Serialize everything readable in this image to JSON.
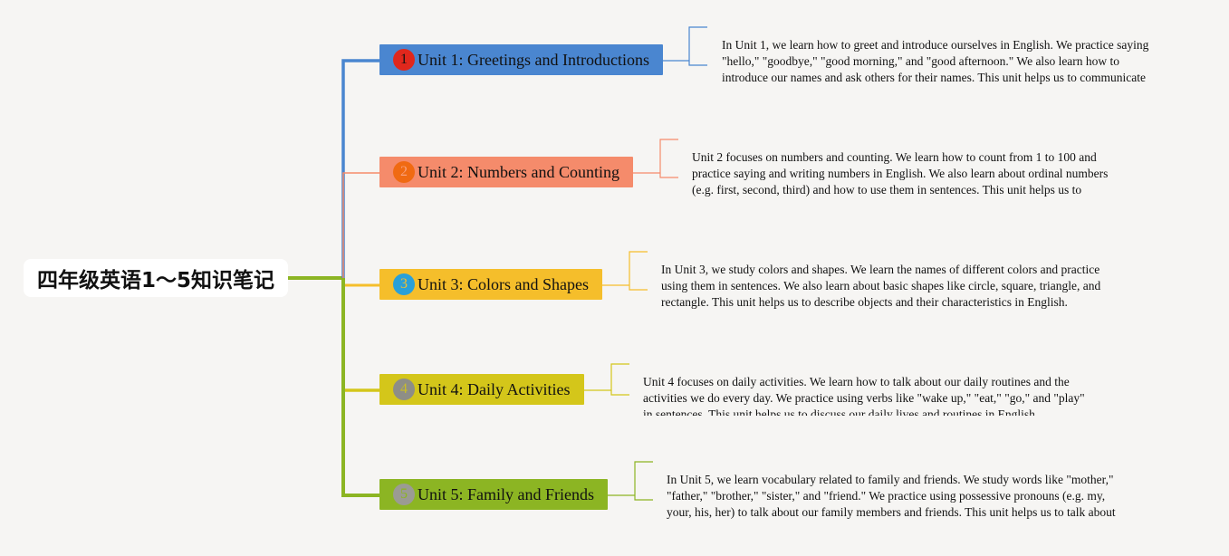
{
  "root": {
    "title": "四年级英语1～5知识笔记"
  },
  "colors": {
    "u1": "#4a86d0",
    "u2": "#f58b6b",
    "u3": "#f5be2b",
    "u4": "#d4c61a",
    "u5": "#8cb523",
    "root_branch": "#8cb523",
    "badge1": "#e0271c",
    "badge2": "#f06a12",
    "badge3": "#2aa0d8",
    "badge4": "#8e8e86",
    "badge5": "#9b9b93"
  },
  "units": [
    {
      "number": "1",
      "label": "Unit 1: Greetings and Introductions",
      "note": "In Unit 1, we learn how to greet and introduce ourselves in English. We practice saying \"hello,\" \"goodbye,\" \"good morning,\" and \"good afternoon.\" We also learn how to introduce our names and ask others for their names. This unit helps us to communicate politely in English."
    },
    {
      "number": "2",
      "label": "Unit 2: Numbers and Counting",
      "note": "Unit 2 focuses on numbers and counting. We learn how to count from 1 to 100 and practice saying and writing numbers in English. We also learn about ordinal numbers (e.g. first, second, third) and how to use them in sentences. This unit helps us to understand and express quantities and order in English."
    },
    {
      "number": "3",
      "label": "Unit 3: Colors and Shapes",
      "note": "In Unit 3, we study colors and shapes. We learn the names of different colors and practice using them in sentences. We also learn about basic shapes like circle, square, triangle, and rectangle. This unit helps us to describe objects and their characteristics in English."
    },
    {
      "number": "4",
      "label": "Unit 4: Daily Activities",
      "note": "Unit 4 focuses on daily activities. We learn how to talk about our daily routines and the activities we do every day. We practice using verbs like \"wake up,\" \"eat,\" \"go,\" and \"play\" in sentences. This unit helps us to discuss our daily lives and routines in English."
    },
    {
      "number": "5",
      "label": "Unit 5: Family and Friends",
      "note": "In Unit 5, we learn vocabulary related to family and friends. We study words like \"mother,\" \"father,\" \"brother,\" \"sister,\" and \"friend.\" We practice using possessive pronouns (e.g. my, your, his, her) to talk about our family members and friends. This unit helps us to talk about our relationships and the people important to us in English."
    }
  ]
}
